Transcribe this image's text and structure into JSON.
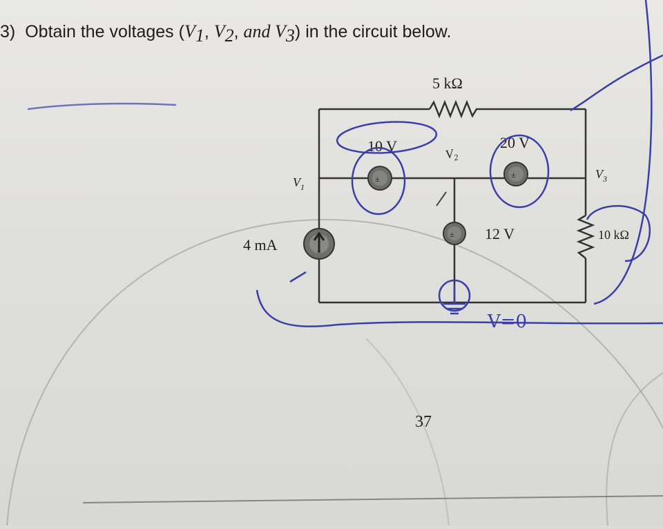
{
  "question": {
    "number": "3)",
    "text_before": "Obtain the voltages (",
    "v1": "V",
    "v1_sub": "1",
    "comma1": ", ",
    "v2": "V",
    "v2_sub": "2",
    "comma2": ", ",
    "and_word": "and ",
    "v3": "V",
    "v3_sub": "3",
    "text_after": ") in the circuit below."
  },
  "circuit": {
    "resistor_top_label": "5 kΩ",
    "resistor_right_label": "10 kΩ",
    "source_left_label": "10 V",
    "source_right_label": "20 V",
    "source_bottom_label": "12 V",
    "current_source_label": "4 mA",
    "node_v1": "V",
    "node_v1_sub": "1",
    "node_v2": "V",
    "node_v2_sub": "2",
    "node_v3": "V",
    "node_v3_sub": "3"
  },
  "annotations": {
    "ground_note": "V=0",
    "page_number": "37",
    "ink_color": "#3a3fa8"
  }
}
